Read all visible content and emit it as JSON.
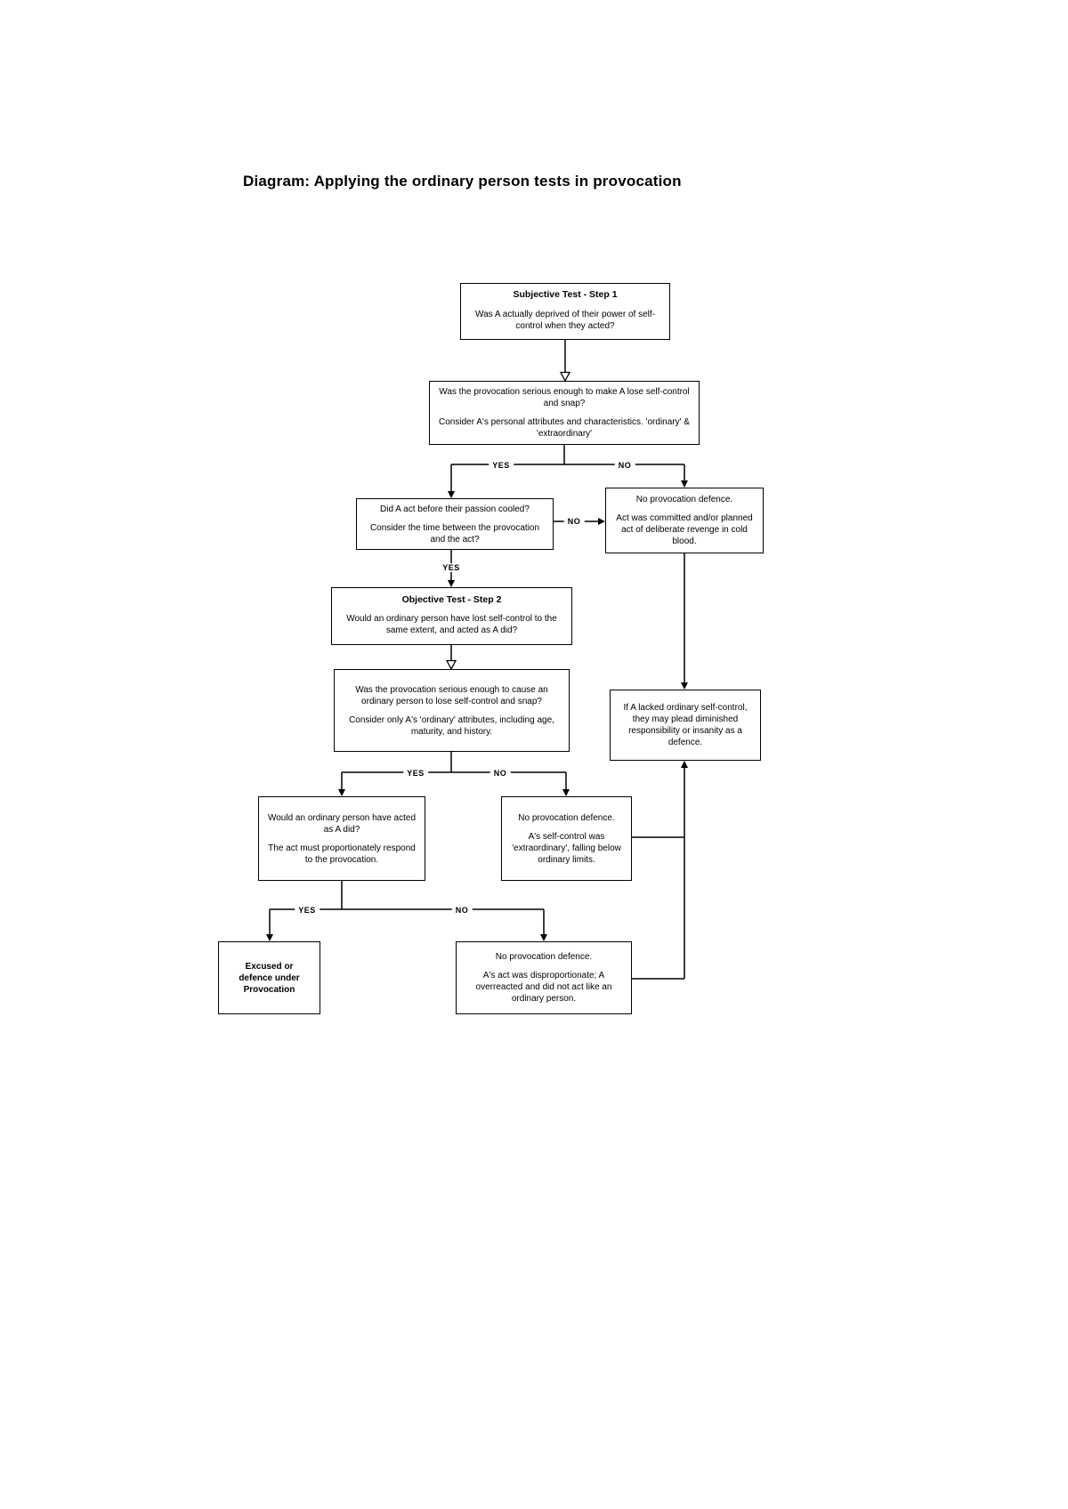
{
  "page_title": "Diagram: Applying the ordinary person tests in provocation",
  "nodes": {
    "subjective_test": {
      "title": "Subjective Test - Step 1",
      "body": "Was A actually deprived of their power of self-control when they acted?"
    },
    "serious_for_A": {
      "question": "Was the provocation serious enough to make A lose self-control and snap?",
      "note": "Consider A's personal attributes and characteristics. 'ordinary' & 'extraordinary'"
    },
    "passion_cooled": {
      "question": "Did A act before their passion cooled?",
      "note": "Consider the time between the provocation and the act?"
    },
    "no_defence_revenge": {
      "heading": "No provocation defence.",
      "body": "Act was committed and/or planned act of deliberate revenge in cold blood."
    },
    "objective_test": {
      "title": "Objective Test - Step 2",
      "body": "Would an ordinary person have lost self-control to the same extent, and acted as A did?"
    },
    "serious_for_ordinary": {
      "question": "Was the provocation serious enough to cause an ordinary person to lose self-control and snap?",
      "note": "Consider only A's 'ordinary' attributes, including age, maturity, and history."
    },
    "ordinary_person_acted": {
      "question": "Would an ordinary person have acted as A did?",
      "note": "The act must proportionately respond to the provocation."
    },
    "no_defence_extraordinary": {
      "heading": "No provocation defence.",
      "body": "A's self-control was 'extraordinary', falling below ordinary limits."
    },
    "diminished_note": {
      "body": "If A lacked ordinary self-control, they may plead diminished responsibility or insanity as a defence."
    },
    "excused": {
      "body": "Excused or defence under Provocation"
    },
    "no_defence_disproportionate": {
      "heading": "No provocation defence.",
      "body": "A's act was disproportionate; A overreacted and did not act like an ordinary person."
    }
  },
  "edge_labels": {
    "serious_yes": "YES",
    "serious_no": "NO",
    "cooled_no": "NO",
    "cooled_yes": "YES",
    "ordinary_serious_yes": "YES",
    "ordinary_serious_no": "NO",
    "acted_yes": "YES",
    "acted_no": "NO"
  }
}
